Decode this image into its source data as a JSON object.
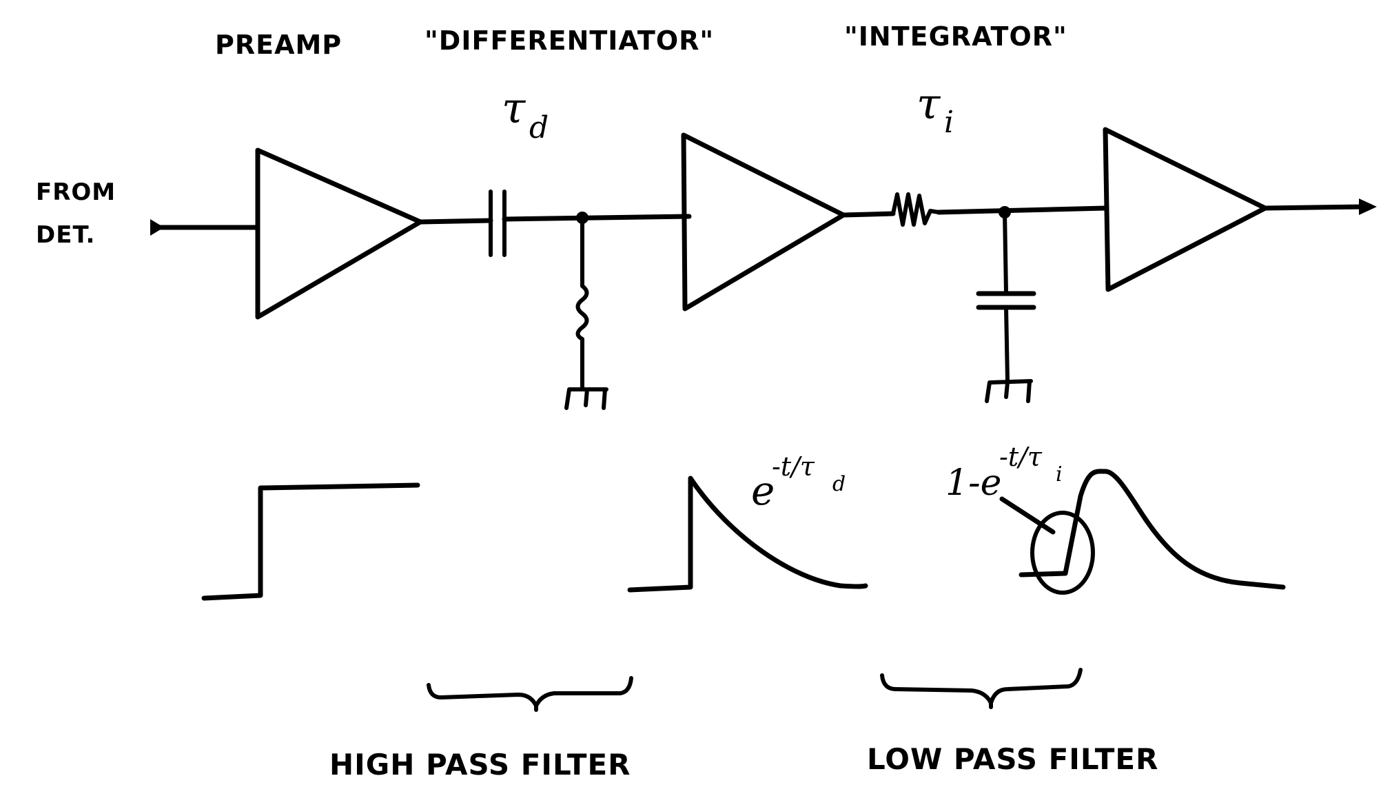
{
  "stage_labels": {
    "preamp": "PREAMP",
    "differentiator": "\"DIFFERENTIATOR\"",
    "integrator": "\"INTEGRATOR\""
  },
  "input_label": {
    "line1": "FROM",
    "line2": "DET."
  },
  "time_constants": {
    "differentiator": {
      "symbol": "τ",
      "subscript": "d"
    },
    "integrator": {
      "symbol": "τ",
      "subscript": "i"
    }
  },
  "waveform_formulas": {
    "differentiator": {
      "base": "e",
      "exponent": "-t/τ",
      "exponent_sub": "d"
    },
    "integrator": {
      "base": "1-e",
      "exponent": "-t/τ",
      "exponent_sub": "i"
    }
  },
  "filter_labels": {
    "high_pass": "HIGH PASS FILTER",
    "low_pass": "LOW PASS FILTER"
  },
  "components": [
    {
      "name": "preamp",
      "type": "amplifier"
    },
    {
      "name": "coupling-capacitor",
      "type": "capacitor",
      "orientation": "series"
    },
    {
      "name": "shunt-resistor",
      "type": "resistor",
      "orientation": "to-ground"
    },
    {
      "name": "buffer-amplifier",
      "type": "amplifier"
    },
    {
      "name": "series-resistor",
      "type": "resistor",
      "orientation": "series"
    },
    {
      "name": "shunt-capacitor",
      "type": "capacitor",
      "orientation": "to-ground"
    },
    {
      "name": "output-amplifier",
      "type": "amplifier"
    }
  ],
  "colors": {
    "ink": "#000000",
    "paper": "#ffffff"
  }
}
